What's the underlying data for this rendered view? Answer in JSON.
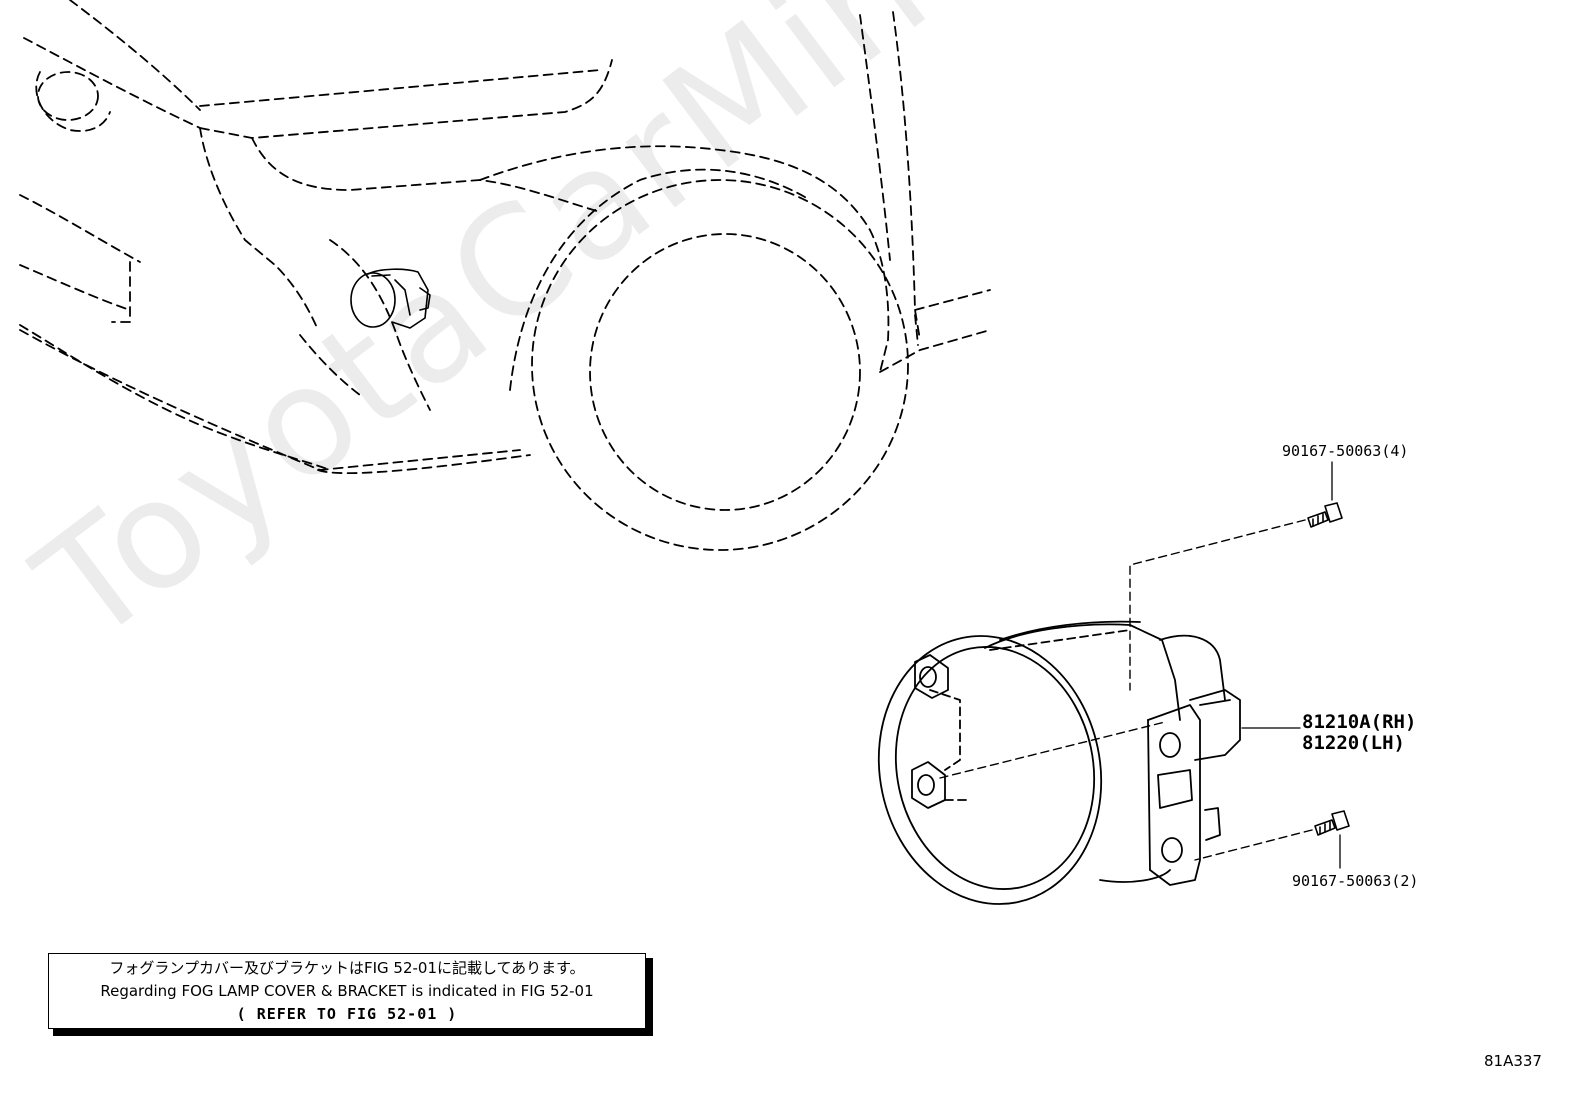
{
  "watermark": "ToyotaCarMine.ru",
  "parts": {
    "bolt_upper": "90167-50063(4)",
    "fog_lamp_rh": "81210A(RH)",
    "fog_lamp_lh": "81220(LH)",
    "bolt_lower": "90167-50063(2)"
  },
  "note": {
    "japanese": "フォグランプカバー及びブラケットはFIG 52-01に記載してあります。",
    "english": "Regarding FOG LAMP COVER & BRACKET is indicated in FIG 52-01",
    "reference": "(  REFER TO FIG 52-01  )"
  },
  "figure_code": "81A337"
}
